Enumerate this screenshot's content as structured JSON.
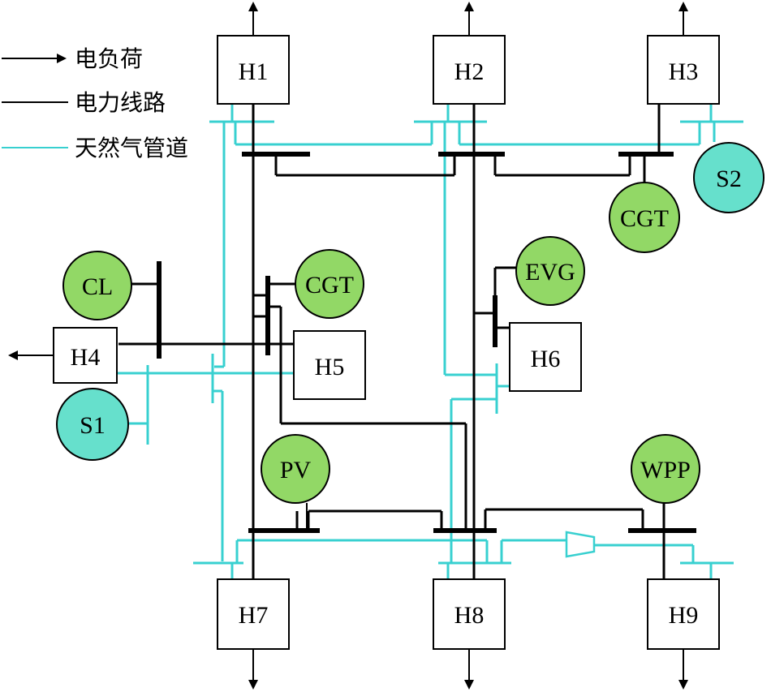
{
  "legend": {
    "electric_load": "电负荷",
    "power_line": "电力线路",
    "gas_pipeline": "天然气管道"
  },
  "nodes": {
    "H1": "H1",
    "H2": "H2",
    "H3": "H3",
    "H4": "H4",
    "H5": "H5",
    "H6": "H6",
    "H7": "H7",
    "H8": "H8",
    "H9": "H9"
  },
  "sources": {
    "cl": "CL",
    "cgt_center": "CGT",
    "cgt_right": "CGT",
    "evg": "EVG",
    "s1": "S1",
    "s2": "S2",
    "pv": "PV",
    "wpp": "WPP"
  },
  "colors": {
    "power_line": "#000000",
    "gas_pipeline": "#38d0d0",
    "generator_fill": "#92d866",
    "gas_source_fill": "#66e0cc"
  }
}
